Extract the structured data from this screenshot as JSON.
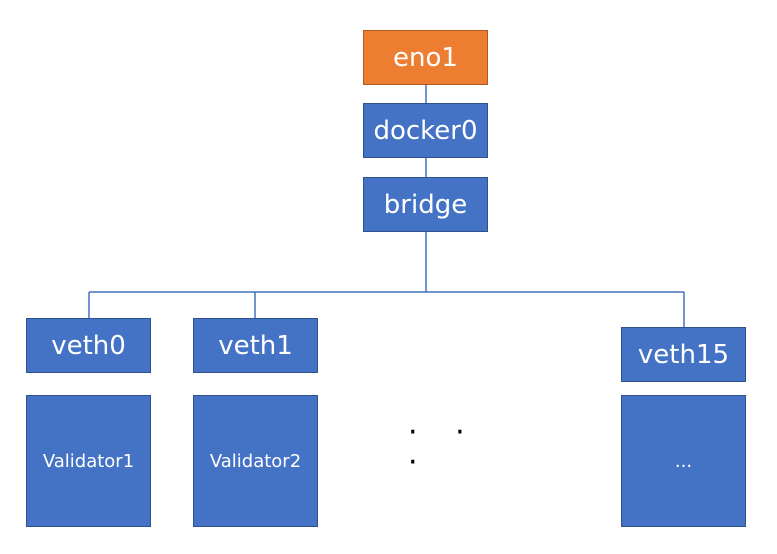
{
  "colors": {
    "node_blue": "#4472c4",
    "node_orange": "#ed7d31",
    "connector": "#4472c4"
  },
  "nodes": {
    "eno1": "eno1",
    "docker0": "docker0",
    "bridge": "bridge",
    "veth0": "veth0",
    "veth1": "veth1",
    "veth15": "veth15",
    "validator1": "Validator1",
    "validator2": "Validator2",
    "validator_last": "..."
  },
  "ellipsis": "· · ·"
}
